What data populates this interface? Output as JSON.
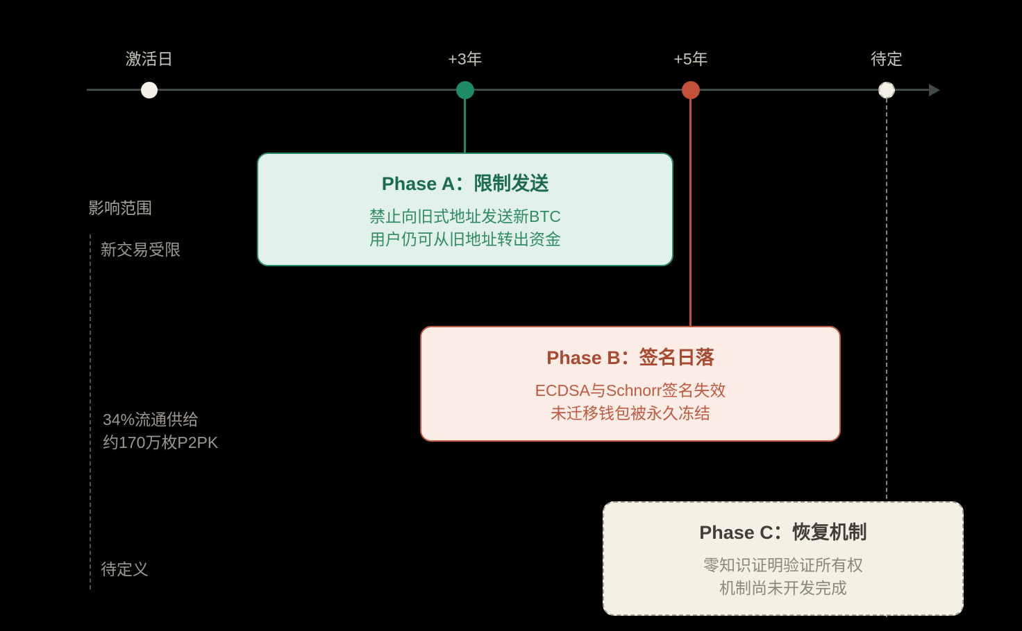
{
  "colors": {
    "background": "#000000",
    "axis": "#414a45",
    "phase_a_accent": "#1e8a67",
    "phase_b_accent": "#c5513a",
    "neutral_dot": "#f3f0e6"
  },
  "timeline": {
    "markers": [
      {
        "label": "激活日"
      },
      {
        "label": "+3年"
      },
      {
        "label": "+5年"
      },
      {
        "label": "待定"
      }
    ]
  },
  "side_labels": {
    "scope_header": "影响范围",
    "impact_new_tx": "新交易受限",
    "supply_line1": "34%流通供给",
    "supply_line2": "约170万枚P2PK",
    "tbd": "待定义"
  },
  "cards": {
    "phase_a": {
      "title": "Phase A：限制发送",
      "line1": "禁止向旧式地址发送新BTC",
      "line2": "用户仍可从旧地址转出资金"
    },
    "phase_b": {
      "title": "Phase B：签名日落",
      "line1": "ECDSA与Schnorr签名失效",
      "line2": "未迁移钱包被永久冻结"
    },
    "phase_c": {
      "title": "Phase C：恢复机制",
      "line1": "零知识证明验证所有权",
      "line2": "机制尚未开发完成"
    }
  }
}
